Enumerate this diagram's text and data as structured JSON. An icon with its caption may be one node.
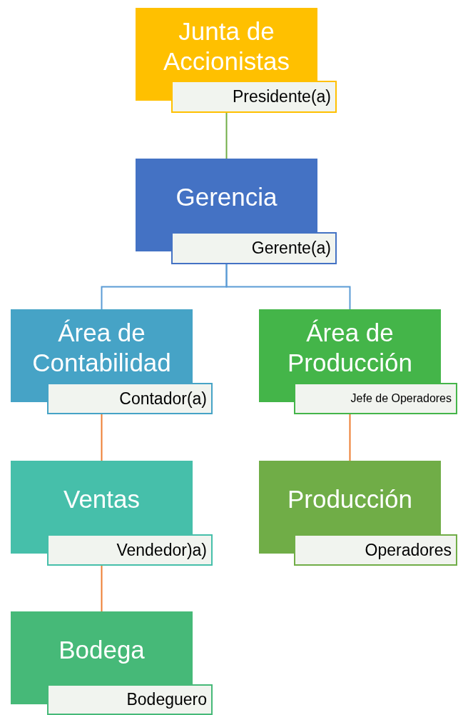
{
  "diagram": {
    "nodes": [
      {
        "text": [
          "Junta de Accionistas",
          "Presidente(a)"
        ]
      },
      {
        "text": [
          "Gerencia",
          "Gerente(a)"
        ]
      },
      {
        "text": [
          "Área de Contabilidad",
          "Contador(a)"
        ]
      },
      {
        "text": [
          "Área de Producción",
          "Jefe de Operadores"
        ]
      },
      {
        "text": [
          "Ventas",
          "Vendedor)a)"
        ]
      },
      {
        "text": [
          "Producción",
          "Operadores"
        ]
      },
      {
        "text": [
          "Bodega",
          "Bodeguero"
        ]
      }
    ],
    "edges": [
      {
        "from": 0,
        "to": 1,
        "arrow": "none",
        "color": "#70ad47"
      },
      {
        "from": 1,
        "to": 2,
        "arrow": "none",
        "color": "#5b9bd5"
      },
      {
        "from": 1,
        "to": 3,
        "arrow": "none",
        "color": "#5b9bd5"
      },
      {
        "from": 2,
        "to": 4,
        "arrow": "none"
      },
      {
        "from": 3,
        "to": 5,
        "arrow": "none"
      },
      {
        "from": 4,
        "to": 6,
        "arrow": "none"
      }
    ]
  }
}
